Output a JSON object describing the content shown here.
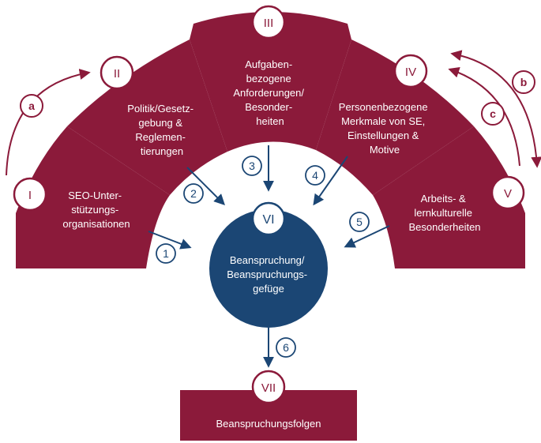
{
  "colors": {
    "segment": "#8b1a3a",
    "center": "#1b4674",
    "white": "#ffffff"
  },
  "segments": [
    {
      "roman": "I",
      "lines": [
        "SEO-Unter-",
        "stützungs-",
        "organisationen"
      ]
    },
    {
      "roman": "II",
      "lines": [
        "Politik/Gesetz-",
        "gebung &",
        "Reglemen-",
        "tierungen"
      ]
    },
    {
      "roman": "III",
      "lines": [
        "Aufgaben-",
        "bezogene",
        "Anforderungen/",
        "Besonder-",
        "heiten"
      ]
    },
    {
      "roman": "IV",
      "lines": [
        "Personenbezogene",
        "Merkmale von SE,",
        "Einstellungen &",
        "Motive"
      ]
    },
    {
      "roman": "V",
      "lines": [
        "Arbeits- &",
        "lernkulturelle",
        "Besonderheiten"
      ]
    }
  ],
  "center": {
    "roman": "VI",
    "lines": [
      "Beanspruchung/",
      "Beanspruchungs-",
      "gefüge"
    ]
  },
  "bottom": {
    "roman": "VII",
    "label": "Beanspruchungsfolgen"
  },
  "arrow_numbers": [
    "1",
    "2",
    "3",
    "4",
    "5",
    "6"
  ],
  "loop_letters": [
    "a",
    "b",
    "c"
  ]
}
